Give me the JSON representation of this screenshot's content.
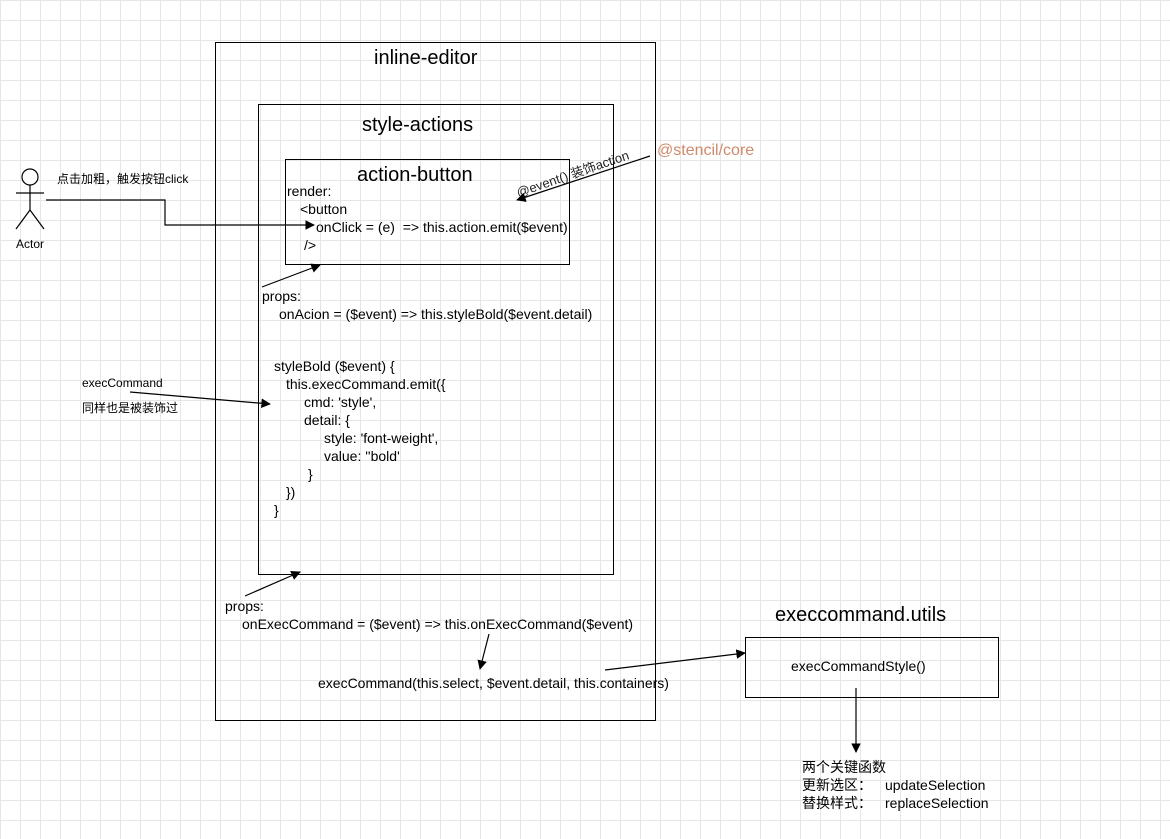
{
  "actor": {
    "label": "Actor"
  },
  "notes": {
    "click_bold": "点击加粗，触发按钮click",
    "exec_command_1": "execCommand",
    "exec_command_2": "同样也是被装饰过",
    "stencil": "@stencil/core",
    "event_decorator": "@event() 装饰action"
  },
  "inline_editor": {
    "title": "inline-editor",
    "props_label": "props:",
    "props_line": "onExecCommand = ($event) => this.onExecCommand($event)",
    "exec_line": "execCommand(this.select, $event.detail, this.containers)"
  },
  "style_actions": {
    "title": "style-actions",
    "props_label": "props:",
    "props_line": "onAcion = ($event) => this.styleBold($event.detail)",
    "code": [
      "styleBold ($event) {",
      "this.execCommand.emit({",
      "cmd: 'style',",
      "detail: {",
      "style: 'font-weight',",
      "value: ''bold'",
      "}",
      "})",
      "}"
    ]
  },
  "action_button": {
    "title": "action-button",
    "code": [
      "render:",
      "<button",
      "onClick = (e)  => this.action.emit($event)",
      "/>"
    ]
  },
  "utils": {
    "title": "execcommand.utils",
    "fn": "execCommandStyle()"
  },
  "key_functions": {
    "heading": "两个关键函数",
    "rows": [
      {
        "label": "更新选区：",
        "value": "updateSelection"
      },
      {
        "label": "替换样式：",
        "value": "replaceSelection"
      }
    ]
  },
  "colors": {
    "stencil": "#d08a6a",
    "line": "#000000"
  }
}
